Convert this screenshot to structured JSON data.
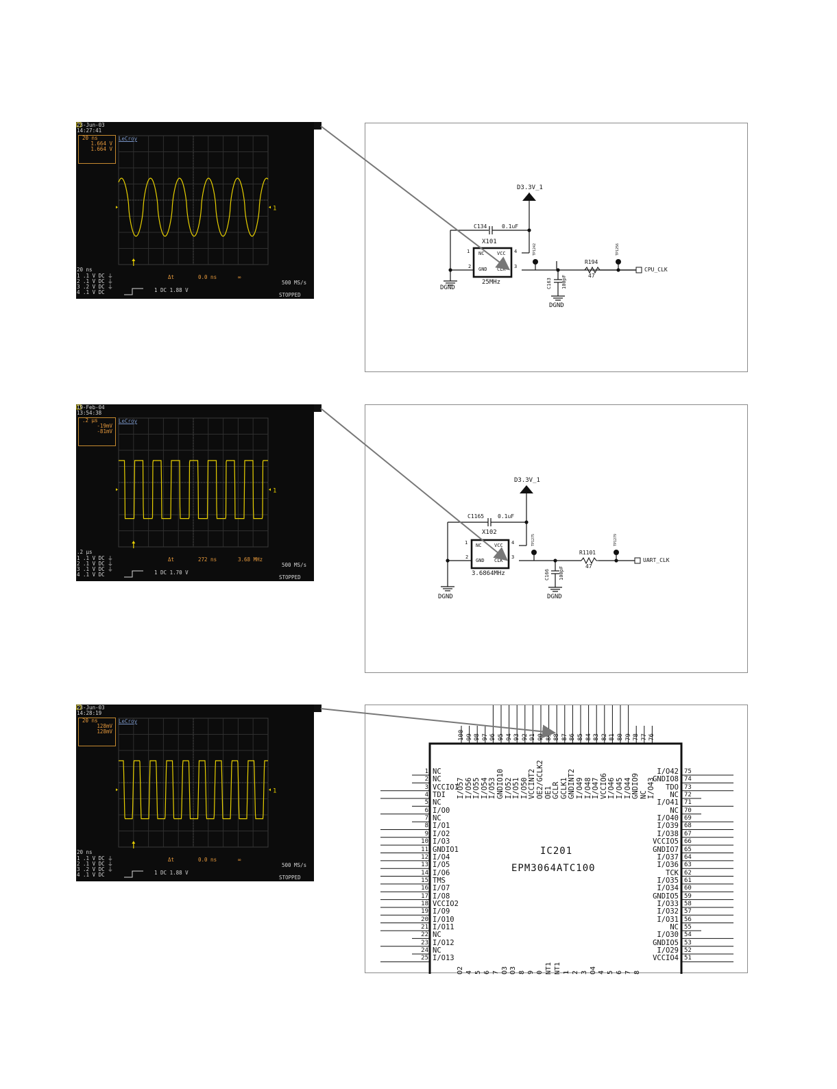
{
  "scopes": [
    {
      "date": "23-Jun-03",
      "time": "14:27:41",
      "brand": "LeCroy",
      "box": [
        "20 ns",
        "1.664 V",
        "1.664 V"
      ],
      "timebase": "20 ns",
      "channels": [
        "1  .1  V  DC ⏚",
        "2  .1  V  DC ⏚",
        "3  .2  V  DC ⏚",
        "4  .1  V  DC"
      ],
      "delta_label": "Δt",
      "delta_value": "0.0 ns",
      "freq_value": "∞",
      "trigger": "1  DC 1.88 V",
      "sample_rate": "500 MS/s",
      "status": "STOPPED",
      "waveform": "sine",
      "cycles": 5
    },
    {
      "date": "19-Feb-04",
      "time": "13:54:38",
      "brand": "LeCroy",
      "box": [
        ".2 µs",
        "-19mV",
        "-81mV"
      ],
      "timebase": ".2 µs",
      "channels": [
        "1  .1  V  DC ⏚",
        "2  .1  V  DC ⏚",
        "3  .1  V  DC ⏚",
        "4  .1  V  DC"
      ],
      "delta_label": "Δt",
      "delta_value": "272 ns",
      "freq_value": "3.68 MHz",
      "trigger": "1  DC 1.70 V",
      "sample_rate": "500 MS/s",
      "status": "STOPPED",
      "waveform": "square",
      "cycles": 8
    },
    {
      "date": "23-Jun-03",
      "time": "14:28:19",
      "brand": "LeCroy",
      "box": [
        "20 ns",
        "128mV",
        "128mV"
      ],
      "timebase": "20 ns",
      "channels": [
        "1  .1  V  DC ⏚",
        "2  .1  V  DC ⏚",
        "3  .2  V  DC ⏚",
        "4  .1  V  DC"
      ],
      "delta_label": "Δt",
      "delta_value": "0.0 ns",
      "freq_value": "∞",
      "trigger": "1  DC 1.88 V",
      "sample_rate": "500 MS/s",
      "status": "STOPPED",
      "waveform": "trapezoid",
      "cycles": 9
    }
  ],
  "schematics": [
    {
      "power": "D3.3V_1",
      "cap": "C134",
      "cap_val": "0.1uF",
      "part": "X101",
      "freq": "25MHz",
      "pin_nc": "NC",
      "pin_vcc": "VCC",
      "pin_gnd": "GND",
      "pin_clk": "CLK",
      "pin1": "1",
      "pin2": "2",
      "pin3": "3",
      "pin4": "4",
      "tp1": "TP1242",
      "tp2": "TP1256",
      "cap2": "C163",
      "cap2_val": "100pF",
      "res": "R194",
      "res_val": "47",
      "out": "CPU_CLK",
      "gnd1": "DGND",
      "gnd2": "DGND"
    },
    {
      "power": "D3.3V_1",
      "cap": "C1165",
      "cap_val": "0.1uF",
      "part": "X102",
      "freq": "3.6864MHz",
      "pin_nc": "NC",
      "pin_vcc": "VCC",
      "pin_gnd": "GND",
      "pin_clk": "CLK",
      "pin1": "1",
      "pin2": "2",
      "pin3": "3",
      "pin4": "4",
      "tp1": "TP1275",
      "tp2": "TP1279",
      "cap2": "C166",
      "cap2_val": "100pF",
      "res": "R1101",
      "res_val": "47",
      "out": "UART_CLK",
      "gnd1": "DGND",
      "gnd2": "DGND"
    }
  ],
  "ic": {
    "ref": "IC201",
    "part": "EPM3064ATC100",
    "left": [
      {
        "n": "1",
        "l": "NC"
      },
      {
        "n": "2",
        "l": "NC"
      },
      {
        "n": "3",
        "l": "VCCIO1"
      },
      {
        "n": "4",
        "l": "TDI"
      },
      {
        "n": "5",
        "l": "NC"
      },
      {
        "n": "6",
        "l": "I/O0"
      },
      {
        "n": "7",
        "l": "NC"
      },
      {
        "n": "8",
        "l": "I/O1"
      },
      {
        "n": "9",
        "l": "I/O2"
      },
      {
        "n": "10",
        "l": "I/O3"
      },
      {
        "n": "11",
        "l": "GNDIO1"
      },
      {
        "n": "12",
        "l": "I/O4"
      },
      {
        "n": "13",
        "l": "I/O5"
      },
      {
        "n": "14",
        "l": "I/O6"
      },
      {
        "n": "15",
        "l": "TMS"
      },
      {
        "n": "16",
        "l": "I/O7"
      },
      {
        "n": "17",
        "l": "I/O8"
      },
      {
        "n": "18",
        "l": "VCCIO2"
      },
      {
        "n": "19",
        "l": "I/O9"
      },
      {
        "n": "20",
        "l": "I/O10"
      },
      {
        "n": "21",
        "l": "I/O11"
      },
      {
        "n": "22",
        "l": "NC"
      },
      {
        "n": "23",
        "l": "I/O12"
      },
      {
        "n": "24",
        "l": "NC"
      },
      {
        "n": "25",
        "l": "I/O13"
      }
    ],
    "right": [
      {
        "n": "75",
        "l": "I/O42"
      },
      {
        "n": "74",
        "l": "GNDIO8"
      },
      {
        "n": "73",
        "l": "TDO"
      },
      {
        "n": "72",
        "l": "NC"
      },
      {
        "n": "71",
        "l": "I/O41"
      },
      {
        "n": "70",
        "l": "NC"
      },
      {
        "n": "69",
        "l": "I/O40"
      },
      {
        "n": "68",
        "l": "I/O39"
      },
      {
        "n": "67",
        "l": "I/O38"
      },
      {
        "n": "66",
        "l": "VCCIO5"
      },
      {
        "n": "65",
        "l": "GNDIO7"
      },
      {
        "n": "64",
        "l": "I/O37"
      },
      {
        "n": "63",
        "l": "I/O36"
      },
      {
        "n": "62",
        "l": "TCK"
      },
      {
        "n": "61",
        "l": "I/O35"
      },
      {
        "n": "60",
        "l": "I/O34"
      },
      {
        "n": "59",
        "l": "GNDIO5"
      },
      {
        "n": "58",
        "l": "I/O33"
      },
      {
        "n": "57",
        "l": "I/O32"
      },
      {
        "n": "56",
        "l": "I/O31"
      },
      {
        "n": "55",
        "l": "NC"
      },
      {
        "n": "54",
        "l": "I/O30"
      },
      {
        "n": "53",
        "l": "GNDIO5"
      },
      {
        "n": "52",
        "l": "I/O29"
      },
      {
        "n": "51",
        "l": "VCCIO4"
      }
    ],
    "top": [
      {
        "n": "100",
        "l": "I/O57"
      },
      {
        "n": "99",
        "l": "I/O56"
      },
      {
        "n": "98",
        "l": "I/O55"
      },
      {
        "n": "97",
        "l": "I/O54"
      },
      {
        "n": "96",
        "l": "I/O53"
      },
      {
        "n": "95",
        "l": "GNDIO10"
      },
      {
        "n": "94",
        "l": "I/O52"
      },
      {
        "n": "93",
        "l": "I/O51"
      },
      {
        "n": "92",
        "l": "I/O50"
      },
      {
        "n": "91",
        "l": "VCCINT2"
      },
      {
        "n": "90",
        "l": "OE2/GCLK2"
      },
      {
        "n": "89",
        "l": "OE1"
      },
      {
        "n": "88",
        "l": "GCLR"
      },
      {
        "n": "87",
        "l": "GCLK1"
      },
      {
        "n": "86",
        "l": "GNDINT2"
      },
      {
        "n": "85",
        "l": "I/O49"
      },
      {
        "n": "84",
        "l": "I/O48"
      },
      {
        "n": "83",
        "l": "I/O47"
      },
      {
        "n": "82",
        "l": "VCCIO6"
      },
      {
        "n": "81",
        "l": "I/O46"
      },
      {
        "n": "80",
        "l": "I/O45"
      },
      {
        "n": "79",
        "l": "I/O44"
      },
      {
        "n": "78",
        "l": "GNDIO9"
      },
      {
        "n": "77",
        "l": "NC"
      },
      {
        "n": "76",
        "l": "I/O43"
      }
    ],
    "bottom": [
      "O2",
      "4",
      "5",
      "6",
      "7",
      "O3",
      "O3",
      "8",
      "9",
      "0",
      "NT1",
      "NT1",
      "1",
      "2",
      "3",
      "O4",
      "4",
      "5",
      "6",
      "7",
      "8"
    ]
  }
}
